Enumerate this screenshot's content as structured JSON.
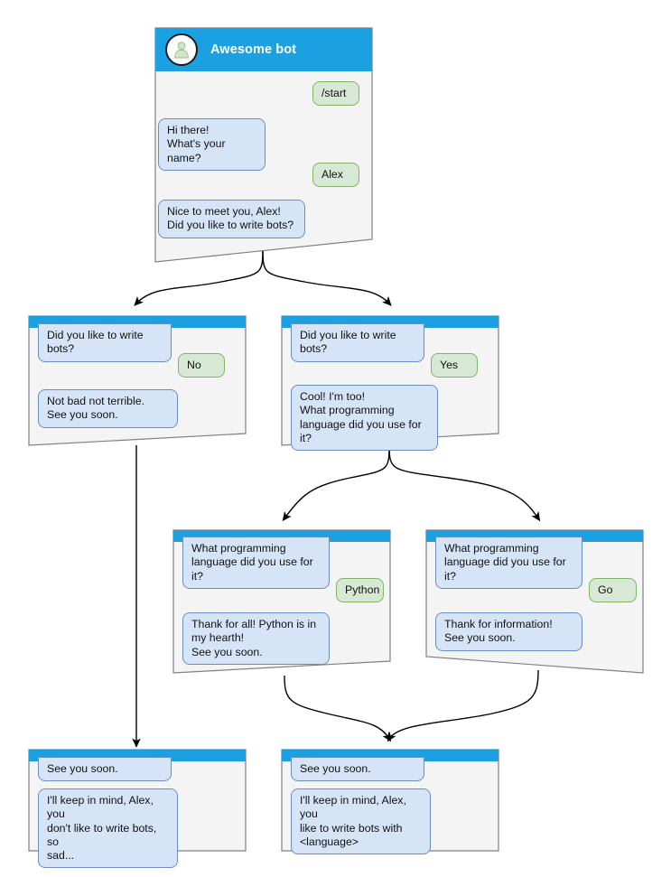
{
  "diagram": {
    "title": "Awesome bot conversation flow",
    "colors": {
      "header_blue": "#1ba1e2",
      "node_body": "#f4f4f4",
      "node_border": "#808080",
      "bot_bubble_fill": "#d6e4f8",
      "bot_bubble_border": "#6c8ebf",
      "user_bubble_fill": "#d7e8d4",
      "user_bubble_border": "#82b366",
      "edge": "#000000"
    }
  },
  "nodes": [
    {
      "id": "root",
      "header": {
        "title": "Awesome bot",
        "avatar_icon": "person-avatar-icon"
      },
      "messages": [
        {
          "role": "user",
          "text": "/start"
        },
        {
          "role": "bot",
          "text": "Hi there!\nWhat's your name?"
        },
        {
          "role": "user",
          "text": "Alex"
        },
        {
          "role": "bot",
          "text": "Nice to meet you, Alex!\nDid you like to write bots?"
        }
      ]
    },
    {
      "id": "no-branch",
      "messages": [
        {
          "role": "bot",
          "text": "Did you like to write bots?"
        },
        {
          "role": "user",
          "text": "No"
        },
        {
          "role": "bot",
          "text": "Not bad not terrible.\nSee you soon."
        }
      ]
    },
    {
      "id": "yes-branch",
      "messages": [
        {
          "role": "bot",
          "text": "Did you like to write bots?"
        },
        {
          "role": "user",
          "text": "Yes"
        },
        {
          "role": "bot",
          "text": "Cool! I'm too!\nWhat programming\nlanguage did you use for it?"
        }
      ]
    },
    {
      "id": "python-branch",
      "messages": [
        {
          "role": "bot",
          "text": "What programming\nlanguage did you use for it?"
        },
        {
          "role": "user",
          "text": "Python"
        },
        {
          "role": "bot",
          "text": "Thank for all! Python is in\nmy hearth!\nSee you soon."
        }
      ]
    },
    {
      "id": "go-branch",
      "messages": [
        {
          "role": "bot",
          "text": "What programming\nlanguage did you use for it?"
        },
        {
          "role": "user",
          "text": "Go"
        },
        {
          "role": "bot",
          "text": "Thank for information!\nSee you soon."
        }
      ]
    },
    {
      "id": "end-no",
      "messages": [
        {
          "role": "bot",
          "text": "See you soon."
        },
        {
          "role": "bot",
          "text": "I'll keep in mind, Alex, you\ndon't like to write bots, so\nsad..."
        }
      ]
    },
    {
      "id": "end-yes",
      "messages": [
        {
          "role": "bot",
          "text": "See you soon."
        },
        {
          "role": "bot",
          "text": "I'll keep in mind, Alex, you\nlike to write bots with\n<language>"
        }
      ]
    }
  ]
}
